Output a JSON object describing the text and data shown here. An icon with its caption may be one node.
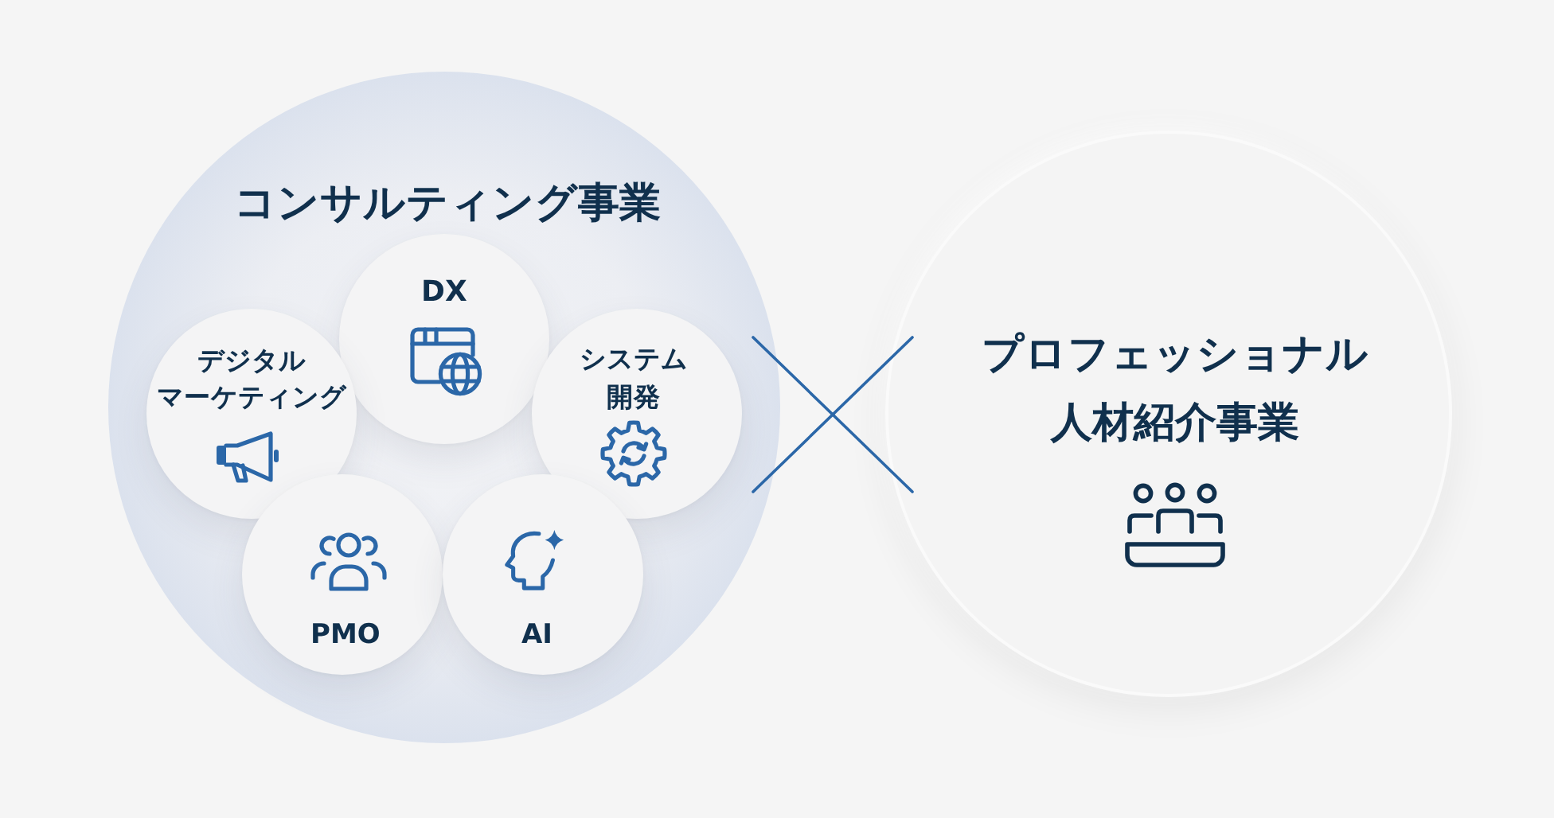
{
  "diagram": {
    "nodes": [
      {
        "text": [
          "コンサルティング事業"
        ]
      },
      {
        "text": [
          "DX"
        ],
        "in": 0
      },
      {
        "text": [
          "デジタルマーケティング"
        ],
        "in": 0
      },
      {
        "text": [
          "システム開発"
        ],
        "in": 0
      },
      {
        "text": [
          "PMO"
        ],
        "in": 0
      },
      {
        "text": [
          "AI"
        ],
        "in": 0
      },
      {
        "text": [
          "プロフェッショナル人材紹介事業"
        ]
      }
    ]
  }
}
